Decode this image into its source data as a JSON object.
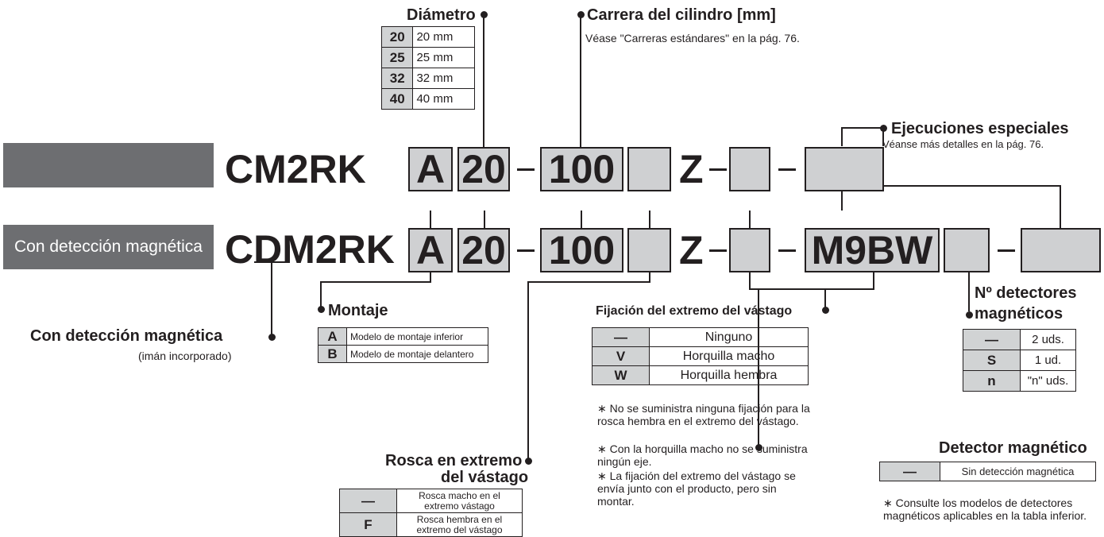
{
  "diameter": {
    "title": "Diámetro",
    "rows": [
      {
        "code": "20",
        "label": "20 mm"
      },
      {
        "code": "25",
        "label": "25 mm"
      },
      {
        "code": "32",
        "label": "32 mm"
      },
      {
        "code": "40",
        "label": "40 mm"
      }
    ]
  },
  "stroke": {
    "title": "Carrera del cilindro [mm]",
    "note": "Véase \"Carreras estándares\" en la pág. 76."
  },
  "special": {
    "title": "Ejecuciones especiales",
    "note": "Véanse más detalles en la pág. 76."
  },
  "row1": {
    "band_label": "",
    "prefix": "CM2RK",
    "mount": "A",
    "bore": "20",
    "stroke": "100",
    "z": "Z"
  },
  "row2": {
    "band_label": "Con detección magnética",
    "prefix": "CDM2RK",
    "mount": "A",
    "bore": "20",
    "stroke": "100",
    "z": "Z",
    "switch": "M9BW"
  },
  "magnetic": {
    "title": "Con detección magnética",
    "sub": "(imán incorporado)"
  },
  "mounting": {
    "title": "Montaje",
    "rows": [
      {
        "code": "A",
        "label": "Modelo de montaje inferior"
      },
      {
        "code": "B",
        "label": "Modelo de montaje delantero"
      }
    ]
  },
  "rod_thread": {
    "title1": "Rosca en extremo",
    "title2": "del vástago",
    "rows": [
      {
        "code": "—",
        "label": "Rosca macho en el extremo vástago"
      },
      {
        "code": "F",
        "label": "Rosca hembra en el extremo del vástago"
      }
    ]
  },
  "rod_bracket": {
    "title": "Fijación del extremo del vástago",
    "rows": [
      {
        "code": "—",
        "label": "Ninguno"
      },
      {
        "code": "V",
        "label": "Horquilla macho"
      },
      {
        "code": "W",
        "label": "Horquilla hembra"
      }
    ],
    "notes": [
      "∗ No se suministra ninguna fijación para la rosca hembra en el extremo del vástago.",
      "∗ Con la horquilla macho no se suministra ningún eje.",
      "∗ La fijación del extremo del vástago se envía junto con el producto, pero sin montar."
    ]
  },
  "switch_count": {
    "title1": "Nº detectores",
    "title2": "magnéticos",
    "rows": [
      {
        "code": "—",
        "label": "2 uds."
      },
      {
        "code": "S",
        "label": "1 ud."
      },
      {
        "code": "n",
        "label": "\"n\" uds."
      }
    ]
  },
  "auto_switch": {
    "title": "Detector magnético",
    "rows": [
      {
        "code": "—",
        "label": "Sin detección magnética"
      }
    ],
    "note": "∗  Consulte los modelos de detectores magnéticos aplicables en la tabla inferior."
  }
}
